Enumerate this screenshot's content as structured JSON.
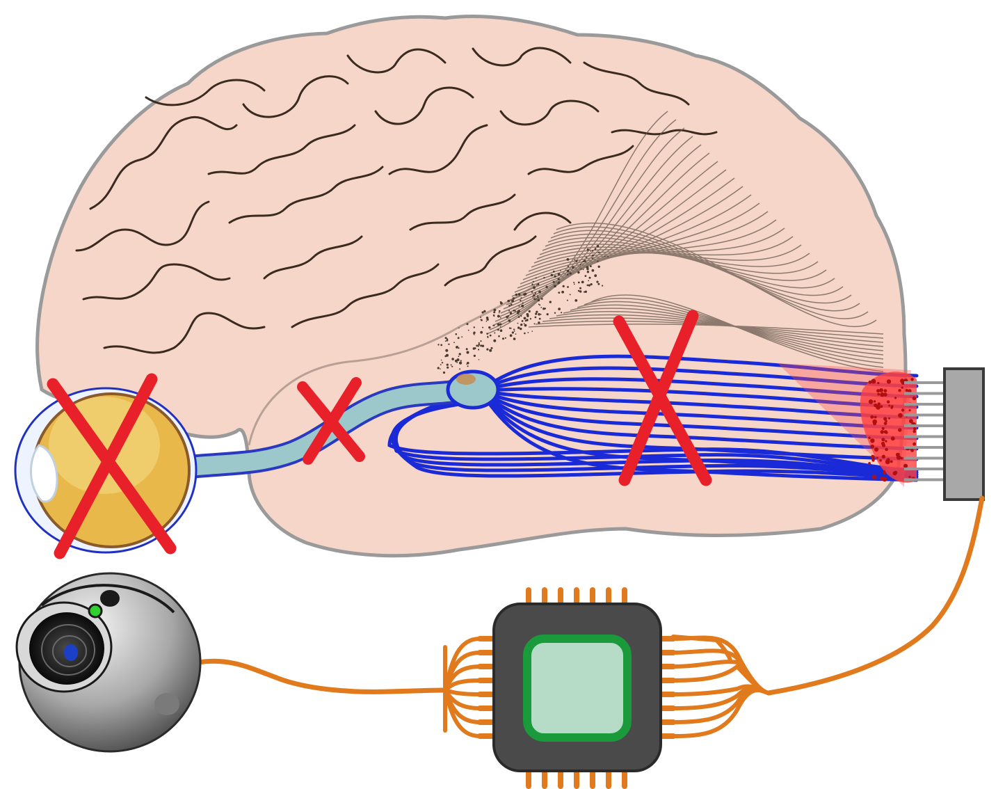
{
  "colors": {
    "background": "#ffffff",
    "brain_fill": "#f5d6c8",
    "brain_outline": "#9a9a9a",
    "sulci": "#3a2a20",
    "eye_fill": "#e8b84a",
    "eye_outline": "#2030c0",
    "optic_nerve": "#9cc8cc",
    "radiation": "#1a2ad6",
    "cross": "#e8202a",
    "cortex_hotspot": "#ff4040",
    "electrode": "#a8a8a8",
    "wire": "#e07a1c",
    "chip_body": "#4a4a4a",
    "chip_die": "#b6dcc8",
    "chip_die_border": "#1a9a3a",
    "camera_body": "#8a8a8a",
    "camera_lens": "#1a40c8",
    "camera_led": "#30d030"
  },
  "icons": [
    "brain-icon",
    "eye-icon",
    "optic-nerve-icon",
    "optic-radiation-icon",
    "visual-cortex-icon",
    "electrode-array-icon",
    "camera-icon",
    "processor-chip-icon",
    "cross-mark-icon"
  ],
  "pathway": {
    "blocked_segments": [
      "eye",
      "optic-nerve",
      "optic-radiation"
    ],
    "bypass_route": [
      "camera",
      "processor",
      "electrode-array",
      "visual-cortex"
    ]
  }
}
